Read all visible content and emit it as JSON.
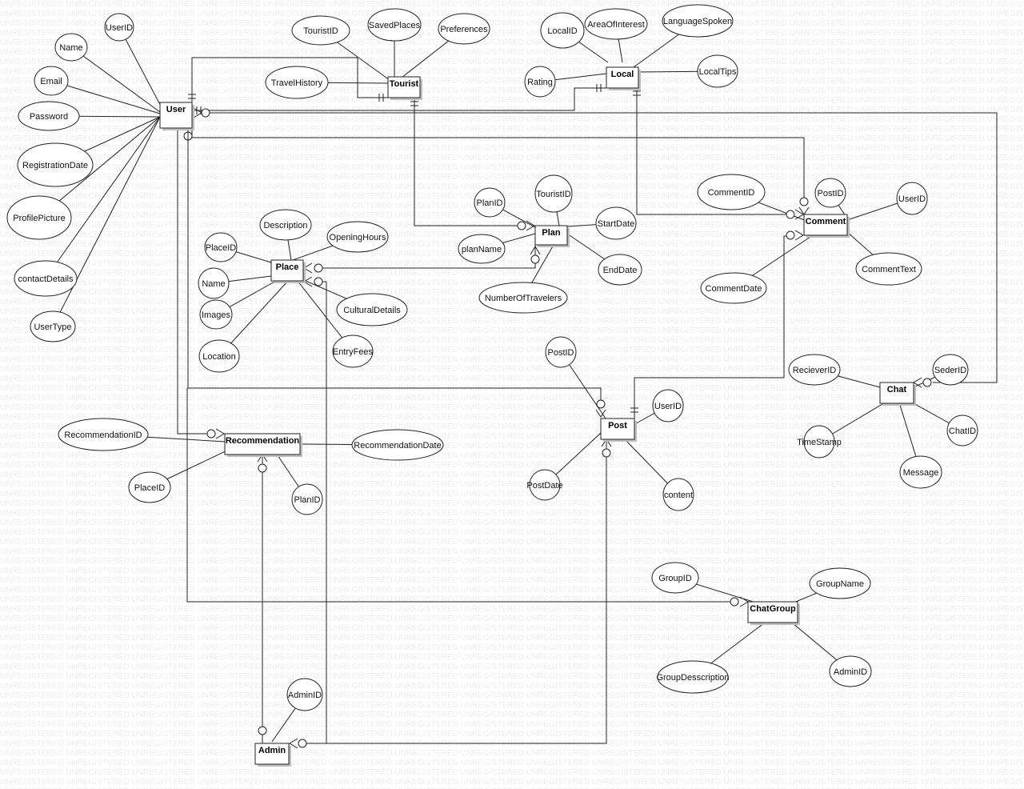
{
  "watermark": "UNREGISTERED",
  "entities": {
    "user": "User",
    "tourist": "Tourist",
    "local": "Local",
    "plan": "Plan",
    "place": "Place",
    "comment": "Comment",
    "chat": "Chat",
    "post": "Post",
    "recommendation": "Recommendation",
    "chatgroup": "ChatGroup",
    "admin": "Admin"
  },
  "attributes": {
    "user_userid": "UserID",
    "user_name": "Name",
    "user_email": "Email",
    "user_password": "Password",
    "user_registrationdate": "RegistrationDate",
    "user_profilepicture": "ProfilePicture",
    "user_contactdetails": "contactDetails",
    "user_usertype": "UserType",
    "tourist_touristid": "TouristID",
    "tourist_savedplaces": "SavedPlaces",
    "tourist_preferences": "Preferences",
    "tourist_travelhistory": "TravelHistory",
    "local_localid": "LocalID",
    "local_areaofinterest": "AreaOfInterest",
    "local_languagespoken": "LanguageSpoken",
    "local_localtips": "LocalTips",
    "local_rating": "Rating",
    "plan_planid": "PlanID",
    "plan_touristid": "TouristID",
    "plan_startdate": "StartDate",
    "plan_enddate": "EndDate",
    "plan_planname": "planName",
    "plan_numberoftravelers": "NumberOfTravelers",
    "place_description": "Description",
    "place_openinghours": "OpeningHours",
    "place_placeid": "PlaceID",
    "place_name": "Name",
    "place_images": "Images",
    "place_culturaldetails": "CulturalDetails",
    "place_location": "Location",
    "place_entryfees": "EntryFees",
    "comment_commentid": "CommentID",
    "comment_postid": "PostID",
    "comment_userid": "UserID",
    "comment_commenttext": "CommentText",
    "comment_commentdate": "CommentDate",
    "chat_recieverid": "RecieverID",
    "chat_sederid": "SederID",
    "chat_chatid": "ChatID",
    "chat_timestamp": "TimeStamp",
    "chat_message": "Message",
    "post_postid": "PostID",
    "post_userid": "UserID",
    "post_postdate": "PostDate",
    "post_content": "content",
    "rec_recommendationid": "RecommendationID",
    "rec_recommendationdate": "RecommendationDate",
    "rec_placeid": "PlaceID",
    "rec_planid": "PlanID",
    "cg_groupid": "GroupID",
    "cg_groupname": "GroupName",
    "cg_groupdesscription": "GroupDesscription",
    "cg_adminid": "AdminID",
    "admin_adminid": "AdminID"
  }
}
